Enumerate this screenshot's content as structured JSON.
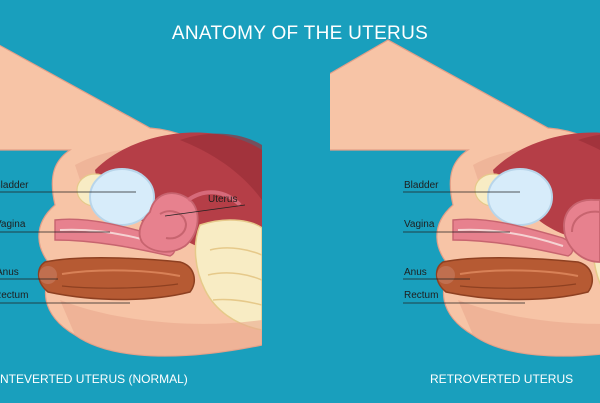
{
  "title": "ANATOMY OF THE UTERUS",
  "colors": {
    "background": "#199fbd",
    "skin": "#f7c4a6",
    "skin_shade": "#eaa98e",
    "uterus": "#e7818e",
    "uterus_dark": "#c7646f",
    "cavity": "#b53e47",
    "bladder": "#d7ecfa",
    "rectum": "#b65a33",
    "bone": "#f8ecc4"
  },
  "panels": [
    {
      "caption": "ANTEVERTED UTERUS (NORMAL)",
      "labels": {
        "bladder": "Bladder",
        "vagina": "Vagina",
        "anus": "Anus",
        "rectum": "Rectum",
        "uterus": "Uterus"
      }
    },
    {
      "caption": "RETROVERTED UTERUS",
      "labels": {
        "bladder": "Bladder",
        "vagina": "Vagina",
        "anus": "Anus",
        "rectum": "Rectum"
      }
    }
  ]
}
